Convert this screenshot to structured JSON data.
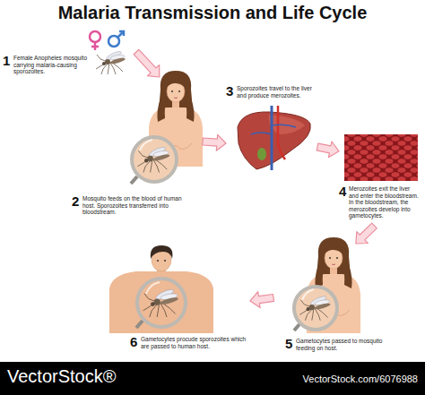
{
  "diagram": {
    "title": "Malaria Transmission and Life Cycle",
    "nodes": [
      {
        "text": [
          "1",
          "Female Anopheles mosquito carrying malaria-causing sporozoites."
        ]
      },
      {
        "text": [
          "2",
          "Mosquito feeds on the blood of human host. Sporozoites transferred into bloodstream."
        ]
      },
      {
        "text": [
          "3",
          "Sporozoites travel to the liver and produce merozoites."
        ]
      },
      {
        "text": [
          "4",
          "Merozoites exit the liver and enter the bloodstream. In the bloodstream, the merozoites develop into gametocytes."
        ]
      },
      {
        "text": [
          "5",
          "Gametocytes passed to mosquito feeding on host."
        ]
      },
      {
        "text": [
          "6",
          "Gametocytes procude sporozoites which are passed to human host."
        ]
      }
    ],
    "edges": [
      {
        "from": 0,
        "to": 1,
        "arrow": "to"
      },
      {
        "from": 1,
        "to": 2,
        "arrow": "to"
      },
      {
        "from": 2,
        "to": 3,
        "arrow": "to"
      },
      {
        "from": 3,
        "to": 4,
        "arrow": "to"
      },
      {
        "from": 4,
        "to": 5,
        "arrow": "to"
      }
    ],
    "labels": [
      "VectorStock®",
      "VectorStock.com/6076988"
    ]
  }
}
